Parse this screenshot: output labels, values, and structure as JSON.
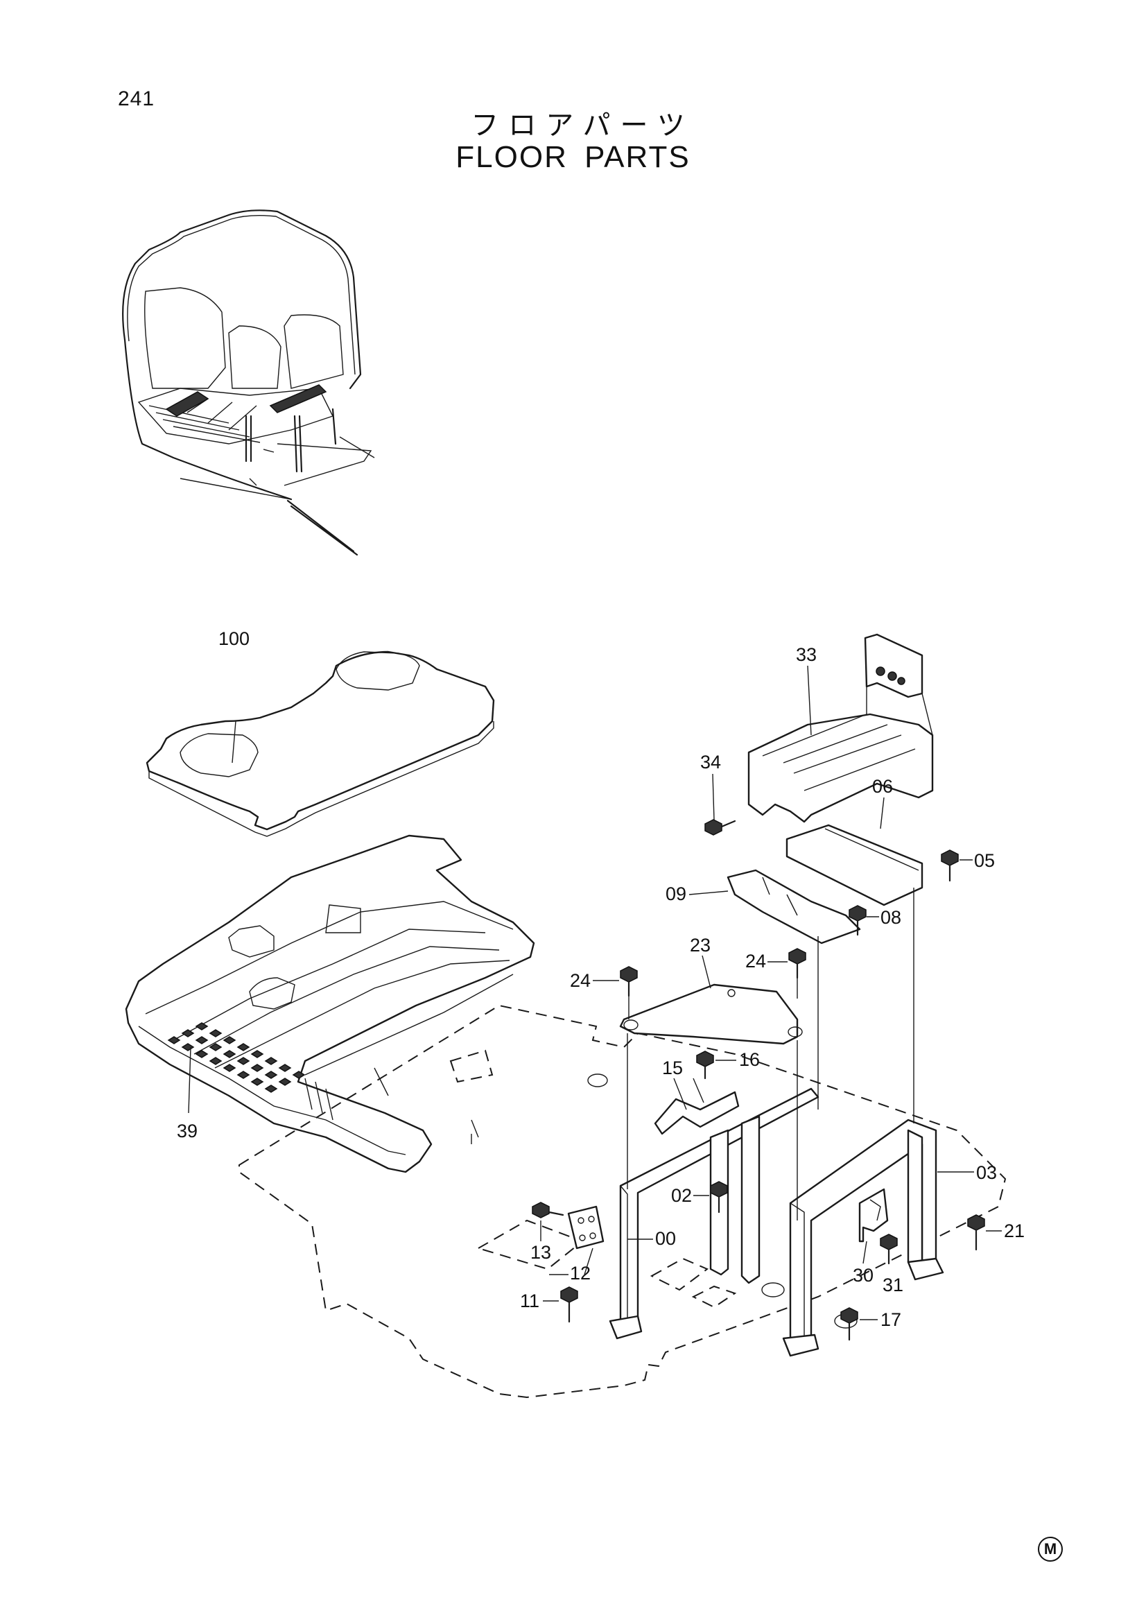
{
  "page_number": "241",
  "title_jp": "フロアパーツ",
  "title_en": "FLOOR PARTS",
  "corner_mark": "M",
  "callouts": {
    "p100": "100",
    "p33": "33",
    "p34": "34",
    "p06": "06",
    "p05": "05",
    "p09": "09",
    "p08": "08",
    "p23": "23",
    "p24a": "24",
    "p24b": "24",
    "p15": "15",
    "p16": "16",
    "p39": "39",
    "p02": "02",
    "p03": "03",
    "p21": "21",
    "p13": "13",
    "p00": "00",
    "p12": "12",
    "p11": "11",
    "p30": "30",
    "p31": "31",
    "p17": "17"
  }
}
